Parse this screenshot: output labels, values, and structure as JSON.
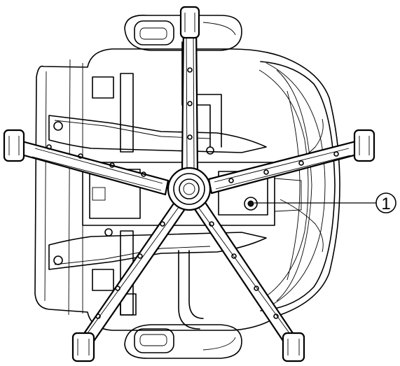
{
  "callout": {
    "number": "1",
    "color": "#000000"
  },
  "drawing": {
    "subject": "office-chair-underside",
    "line_color": "#000000",
    "background": "#ffffff",
    "casters": 5
  }
}
